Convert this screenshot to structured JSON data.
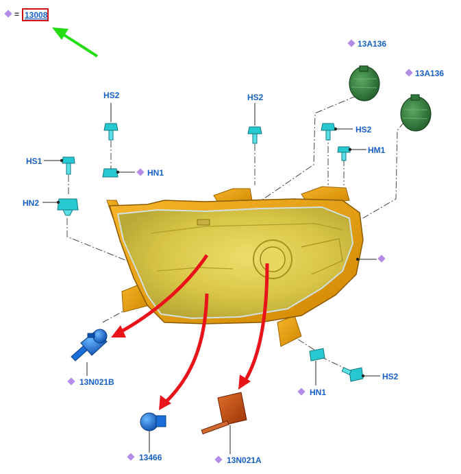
{
  "legend": {
    "equals": "=",
    "ref_code": "13008"
  },
  "colors": {
    "label": "#1560c8",
    "diamond": "#b58be8",
    "arrow_red": "#e8141a",
    "arrow_green": "#22dd11",
    "housing": "#e8a000",
    "lens": "#d8c84a",
    "clip_cyan": "#28c8d0",
    "socket_green": "#2f7a3a",
    "bulb_blue": "#1a6ed8",
    "bulb_orange": "#c24a10",
    "highlight_box": "#d01010"
  },
  "parts": {
    "sock_a": "13A136",
    "sock_b": "13A136",
    "hs2_a": "HS2",
    "hs2_b": "HS2",
    "hs2_c": "HS2",
    "hs2_d": "HS2",
    "hm1": "HM1",
    "hs1": "HS1",
    "hn1_a": "HN1",
    "hn1_b": "HN1",
    "hn2": "HN2",
    "bulb_a": "13N021B",
    "bulb_b": "13466",
    "bulb_c": "13N021A"
  }
}
